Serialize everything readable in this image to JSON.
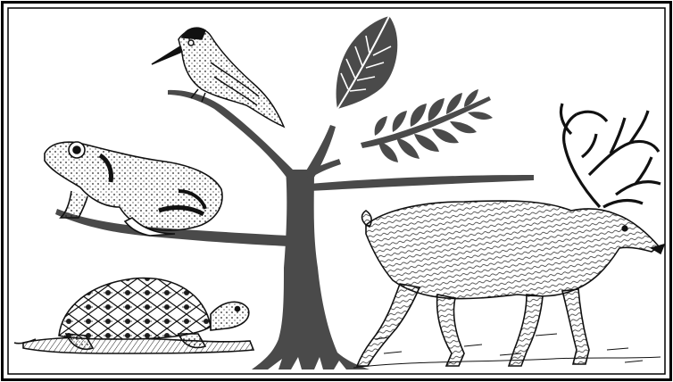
{
  "illustration": {
    "elements": [
      {
        "name": "woodpecker",
        "icon": "bird-icon"
      },
      {
        "name": "leaf",
        "icon": "leaf-icon"
      },
      {
        "name": "fern-frond",
        "icon": "fern-icon"
      },
      {
        "name": "frog",
        "icon": "frog-icon"
      },
      {
        "name": "tree-trunk",
        "icon": "tree-icon"
      },
      {
        "name": "reindeer",
        "icon": "reindeer-icon"
      },
      {
        "name": "tortoise",
        "icon": "tortoise-icon"
      }
    ],
    "colors": {
      "border": "#000000",
      "tree": "#4a4a4a",
      "ink": "#111111",
      "background": "#ffffff"
    }
  }
}
